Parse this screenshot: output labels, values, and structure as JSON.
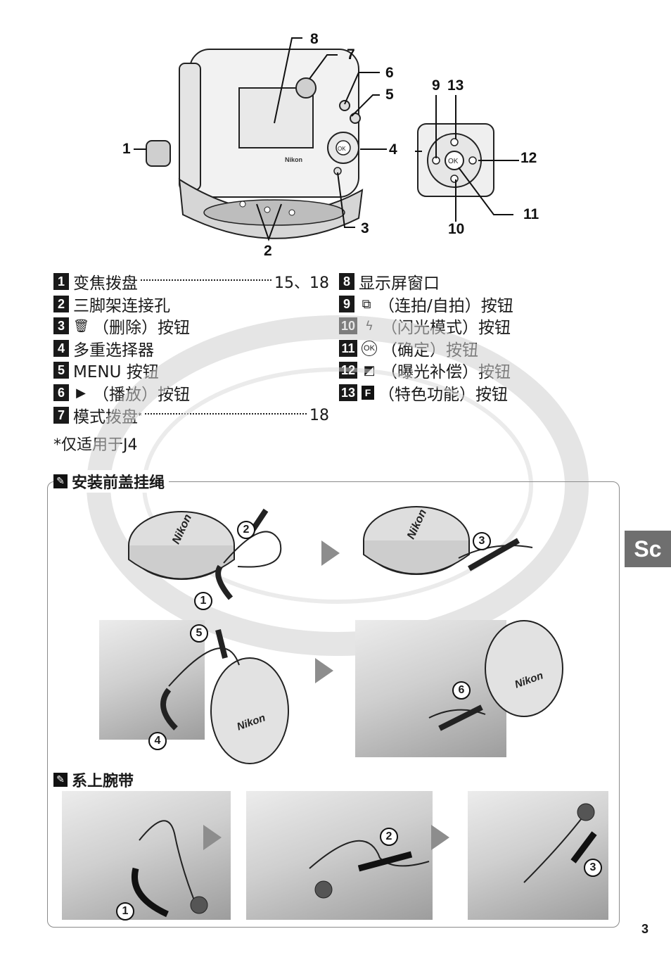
{
  "camera_callouts": {
    "c1": "1",
    "c2": "2",
    "c3": "3",
    "c4": "4",
    "c5": "5",
    "c6": "6",
    "c7": "7",
    "c8": "8",
    "c9": "9",
    "c10": "10",
    "c11": "11",
    "c12": "12",
    "c13": "13"
  },
  "camera_brand": "Nikon",
  "legend_left": [
    {
      "num": "1",
      "label": "变焦拨盘",
      "ref": "15、18"
    },
    {
      "num": "2",
      "label": "三脚架连接孔"
    },
    {
      "num": "3",
      "icon": "🗑",
      "label": "（删除）按钮"
    },
    {
      "num": "4",
      "label": "多重选择器"
    },
    {
      "num": "5",
      "label": "MENU 按钮"
    },
    {
      "num": "6",
      "icon": "▶",
      "label": "（播放）按钮"
    },
    {
      "num": "7",
      "label": "模式拨盘",
      "ref": "18"
    }
  ],
  "legend_right": [
    {
      "num": "8",
      "label": "显示屏窗口"
    },
    {
      "num": "9",
      "icon": "⧉",
      "label": "（连拍/自拍）按钮"
    },
    {
      "num": "10",
      "icon": "ϟ",
      "label": "（闪光模式）按钮"
    },
    {
      "num": "11",
      "icon": "OK",
      "label": "（确定）按钮"
    },
    {
      "num": "12",
      "icon": "◩",
      "label": "（曝光补偿）按钮"
    },
    {
      "num": "13",
      "icon": "F",
      "label": "（特色功能）按钮"
    }
  ],
  "footnote": "*仅适用于J4",
  "asterisk": "*",
  "section1_title": "安装前盖挂绳",
  "section2_title": "系上腕带",
  "steps": {
    "s1": "1",
    "s2": "2",
    "s3": "3",
    "s4": "4",
    "s5": "5",
    "s6": "6"
  },
  "language_tab": "Sc",
  "page_number": "3",
  "colors": {
    "tab": "#6f6f6f",
    "arrow": "#8d8d8d",
    "ink": "#1a1a1a"
  }
}
